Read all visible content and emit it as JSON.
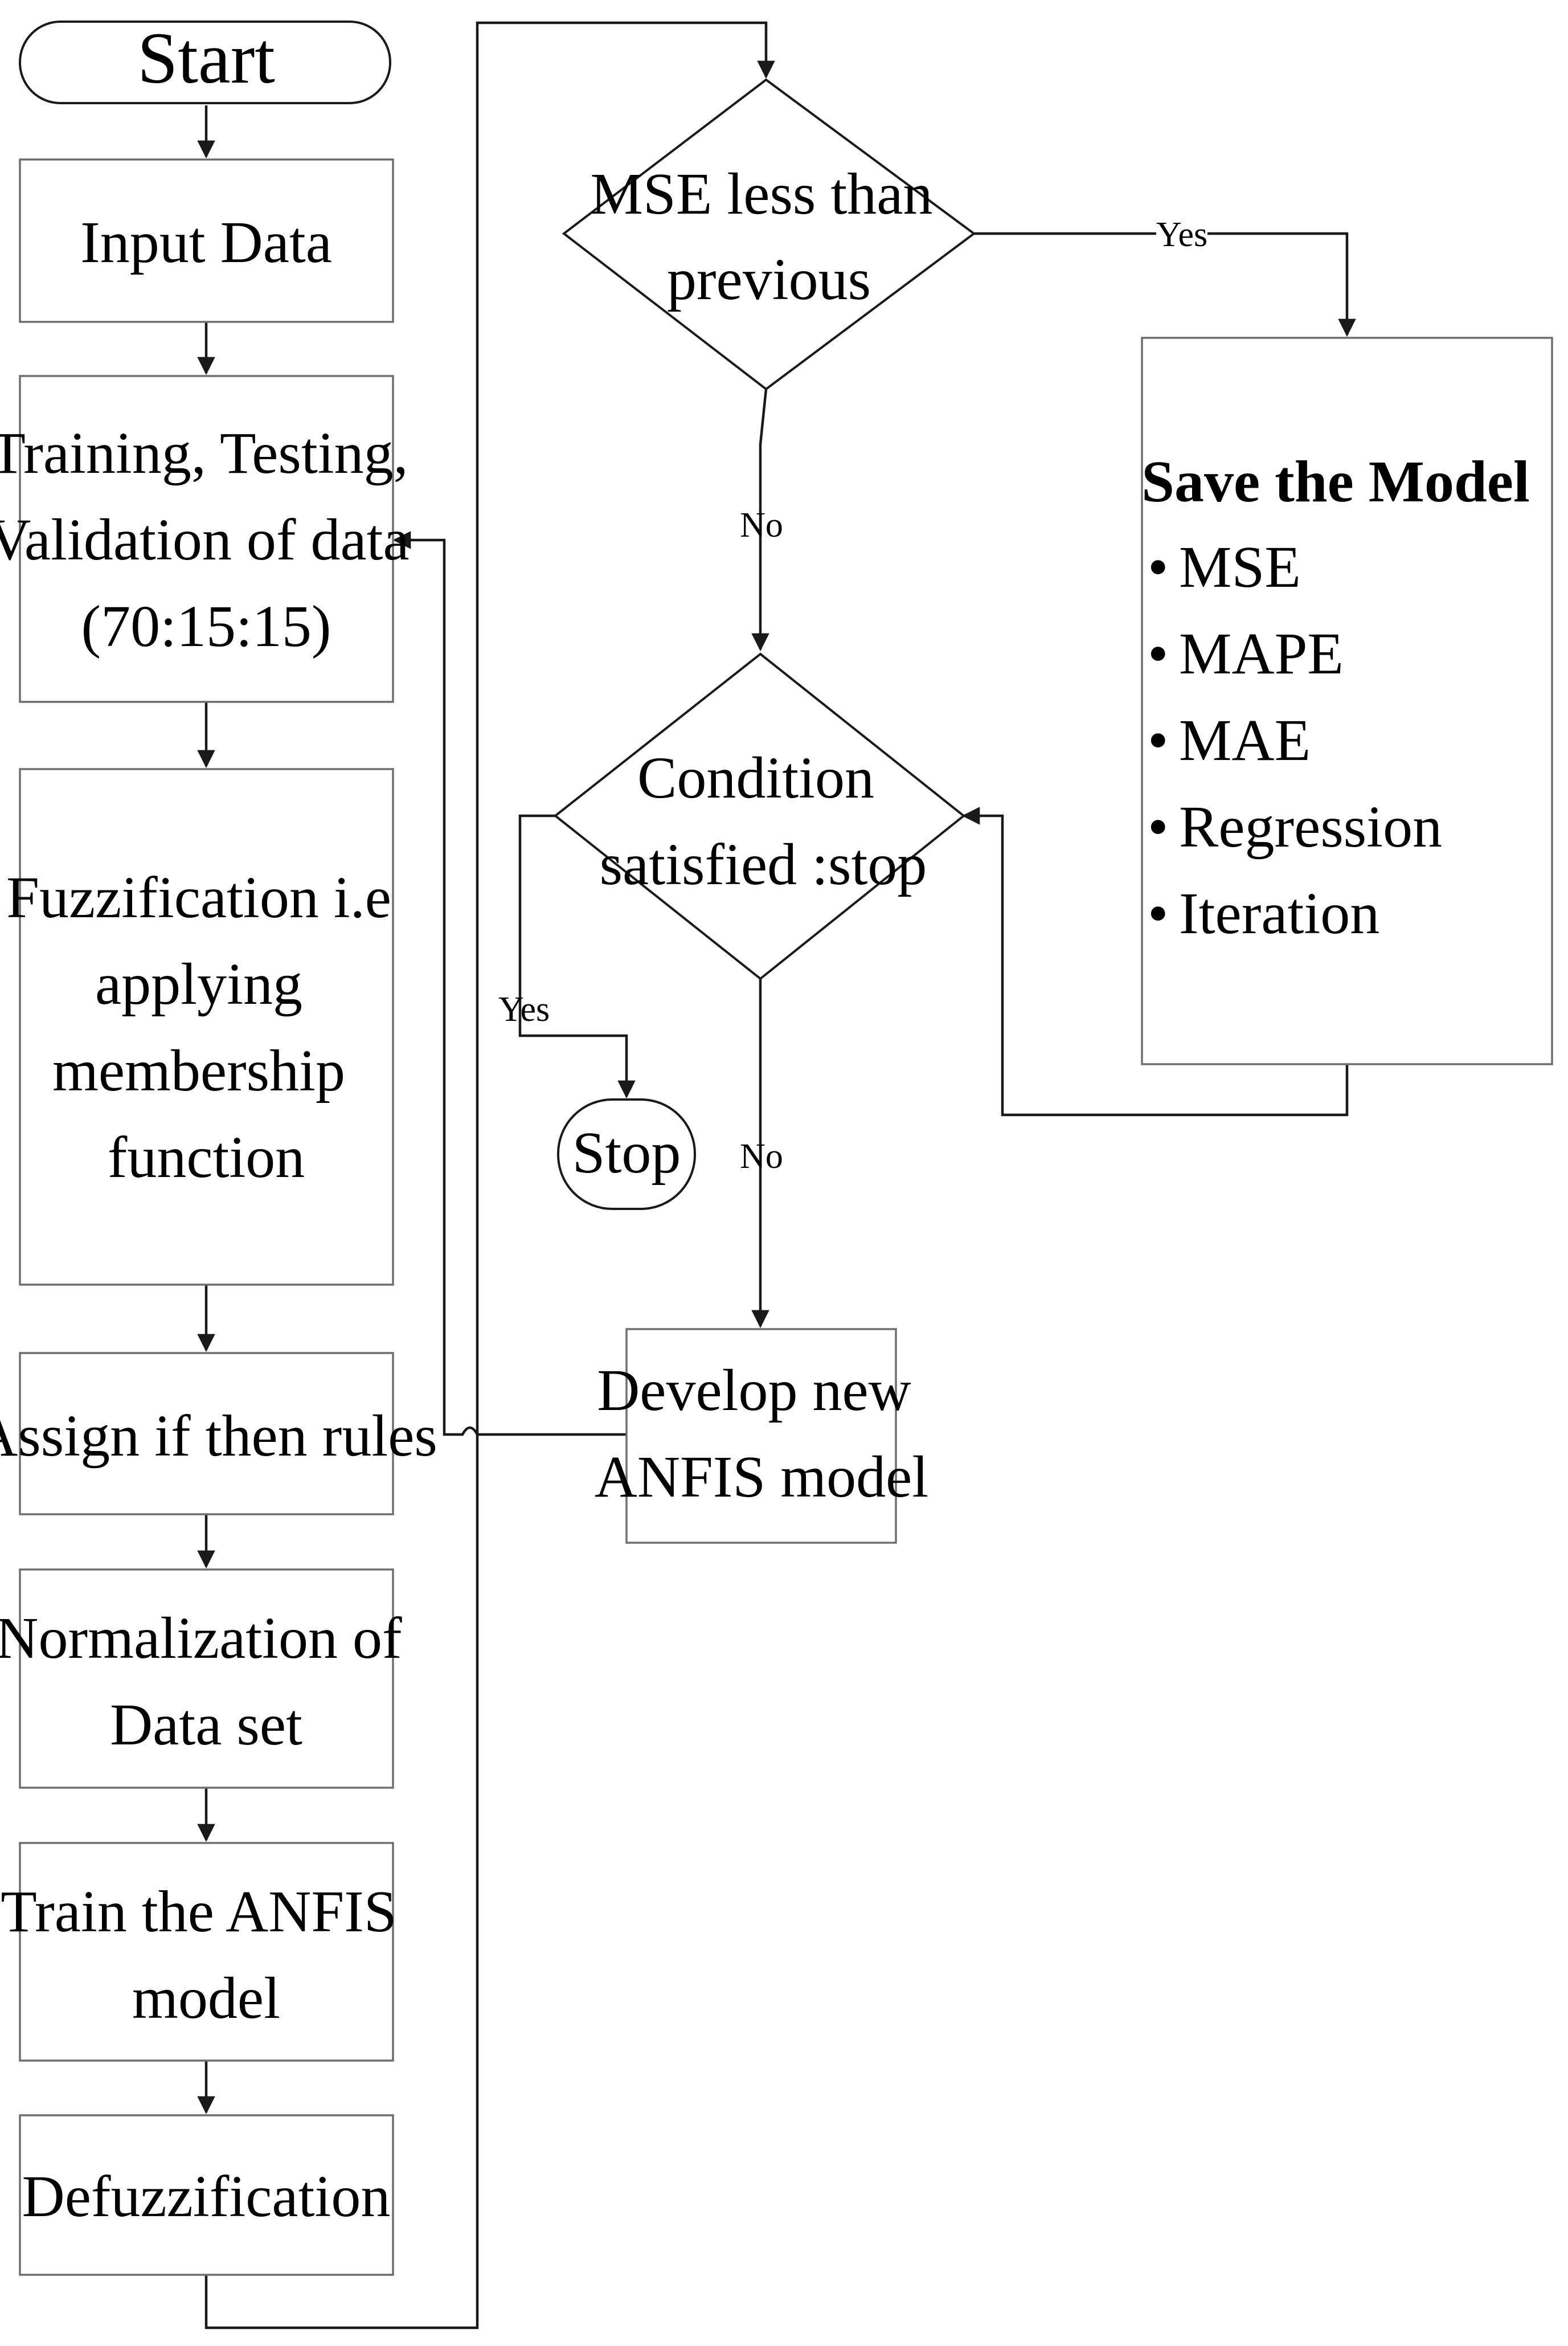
{
  "start": "Start",
  "left_column": [
    {
      "id": "input",
      "lines": [
        "Input Data"
      ]
    },
    {
      "id": "split",
      "lines": [
        "Training, Testing,",
        "Validation of data",
        "(70:15:15)"
      ]
    },
    {
      "id": "fuzzify",
      "lines": [
        "Fuzzification i.e",
        "applying",
        "membership",
        "function"
      ]
    },
    {
      "id": "rules",
      "lines": [
        "Assign if then rules"
      ]
    },
    {
      "id": "normalize",
      "lines": [
        "Normalization of",
        "Data set"
      ]
    },
    {
      "id": "train",
      "lines": [
        "Train the ANFIS",
        "model"
      ]
    },
    {
      "id": "defuzzify",
      "lines": [
        "Defuzzification"
      ]
    }
  ],
  "decision_mse": {
    "lines": [
      "MSE less than",
      "previous"
    ]
  },
  "decision_condition": {
    "lines": [
      "Condition",
      "satisfied :stop"
    ]
  },
  "save_model": {
    "title": "Save the Model",
    "bullet": "•",
    "items": [
      "MSE",
      "MAPE",
      "MAE",
      "Regression",
      "Iteration"
    ]
  },
  "develop": {
    "lines": [
      "Develop new",
      "ANFIS model"
    ]
  },
  "stop": "Stop",
  "edge_labels": {
    "yes_mse": "Yes",
    "no_mse": "No",
    "yes_condition": "Yes",
    "no_condition": "No"
  }
}
